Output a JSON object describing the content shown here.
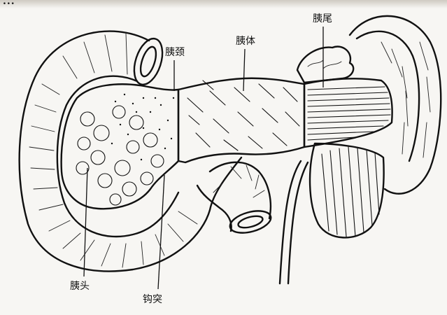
{
  "header_fragment": "...",
  "labels": {
    "neck": "胰颈",
    "body": "胰体",
    "tail": "胰尾",
    "head": "胰头",
    "uncinate": "钩突"
  }
}
